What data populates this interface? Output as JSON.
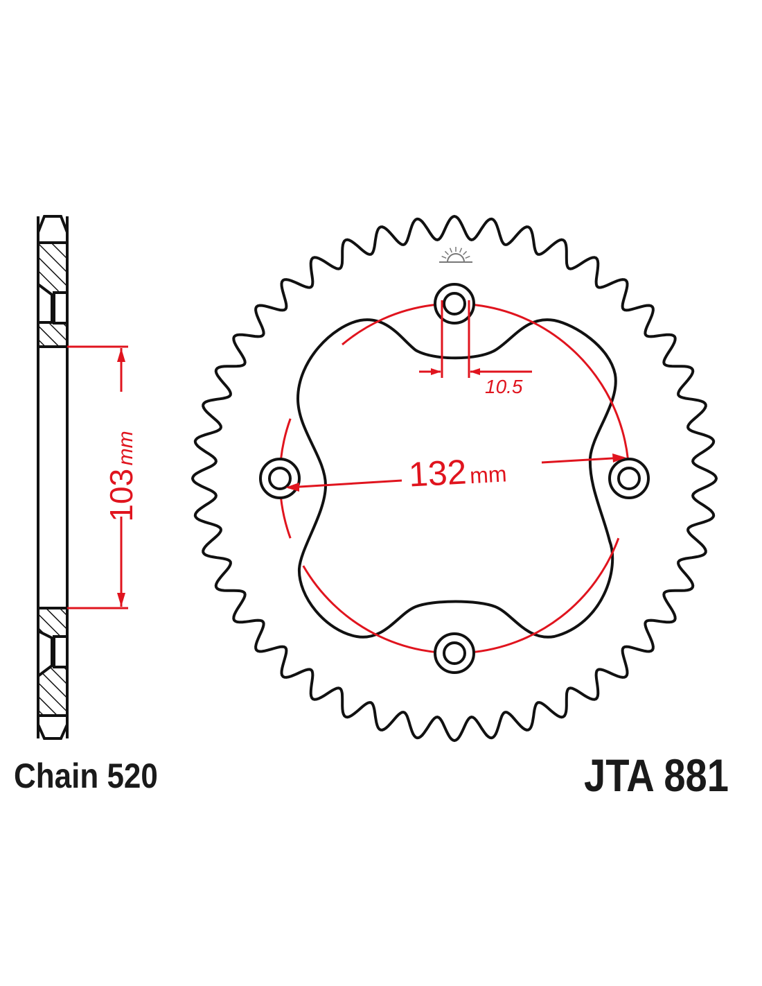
{
  "labels": {
    "chain": "Chain 520",
    "part_number": "JTA 881",
    "hub_diameter": "103",
    "hub_unit": "mm",
    "bolt_circle": "132",
    "bolt_circle_unit": "mm",
    "bolt_hole": "10.5"
  },
  "sprocket": {
    "teeth": 44,
    "bolt_holes": 4
  },
  "colors": {
    "outline": "#111111",
    "dimension": "#e0141e"
  }
}
